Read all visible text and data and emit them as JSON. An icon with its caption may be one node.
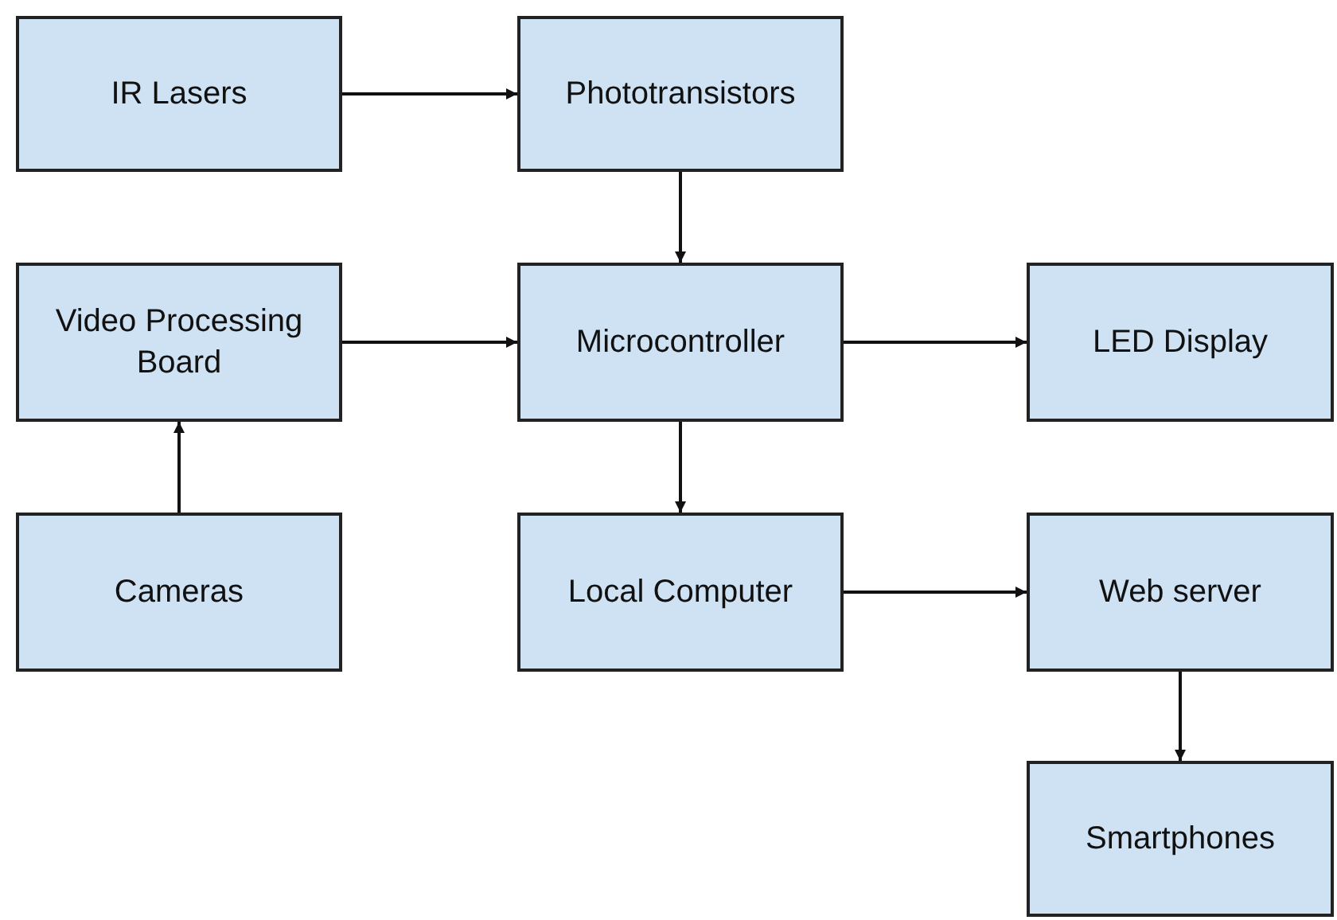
{
  "diagram": {
    "nodes": [
      {
        "text": [
          "IR Lasers"
        ]
      },
      {
        "text": [
          "Phototransistors"
        ]
      },
      {
        "text": [
          "Video Processing Board"
        ]
      },
      {
        "text": [
          "Microcontroller"
        ]
      },
      {
        "text": [
          "LED Display"
        ]
      },
      {
        "text": [
          "Cameras"
        ]
      },
      {
        "text": [
          "Local Computer"
        ]
      },
      {
        "text": [
          "Web server"
        ]
      },
      {
        "text": [
          "Smartphones"
        ]
      }
    ],
    "edges": [
      {
        "from": 0,
        "to": 1,
        "arrow": "to"
      },
      {
        "from": 1,
        "to": 3,
        "arrow": "to"
      },
      {
        "from": 2,
        "to": 3,
        "arrow": "to"
      },
      {
        "from": 3,
        "to": 4,
        "arrow": "to"
      },
      {
        "from": 5,
        "to": 2,
        "arrow": "to"
      },
      {
        "from": 3,
        "to": 6,
        "arrow": "to"
      },
      {
        "from": 6,
        "to": 7,
        "arrow": "to"
      },
      {
        "from": 7,
        "to": 8,
        "arrow": "to"
      }
    ]
  }
}
